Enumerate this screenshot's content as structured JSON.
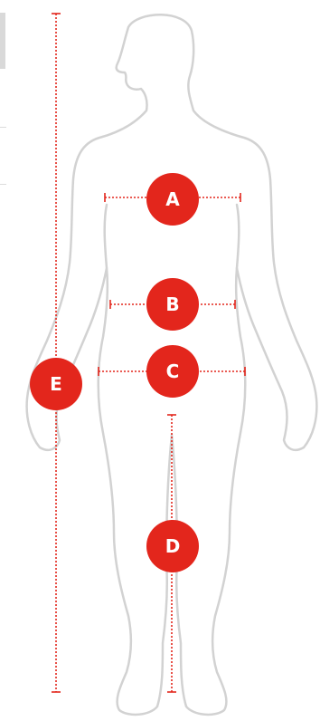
{
  "colors": {
    "accent": "#e3261c",
    "outline": "#d2d2d2",
    "background": "#ffffff"
  },
  "markers": {
    "a": "A",
    "b": "B",
    "c": "C",
    "d": "D",
    "e": "E"
  }
}
